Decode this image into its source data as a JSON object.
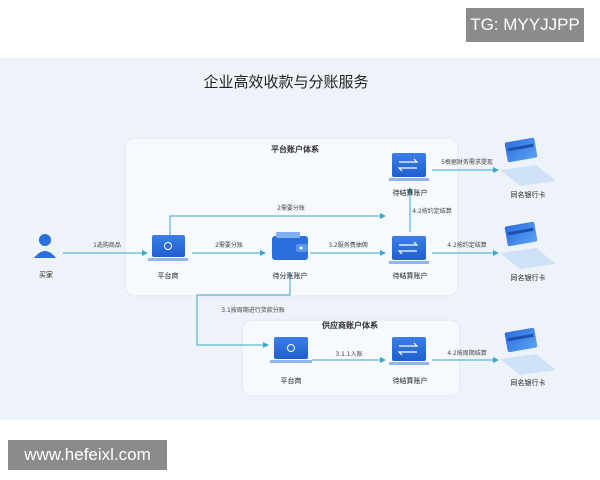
{
  "watermark_top": "TG: MYYJJPP",
  "watermark_bottom": "www.hefeixl.com",
  "diagram": {
    "title": "企业高效收款与分账服务",
    "groups": {
      "platform": "平台账户体系",
      "supplier": "供应商账户体系"
    },
    "nodes": {
      "buyer": "买家",
      "platform_merchant": "平台商",
      "pending_split": "待分账账户",
      "settle_top": "待结算账户",
      "settle_mid": "待结算账户",
      "bank_top": "同名银行卡",
      "bank_mid": "同名银行卡",
      "supplier_merchant": "平台商",
      "settle_bottom": "待结算账户",
      "bank_bottom": "同名银行卡"
    },
    "edges": {
      "buy": "1选购商品",
      "need_split_a": "2需要分账",
      "need_split_b": "2需要分账",
      "service_fee": "3.2服务费抽佣",
      "withdraw": "5根据财务需求提现",
      "fixed_settle_up": "4.2按约定结算",
      "fixed_settle_mid": "4.2按约定结算",
      "cycle_split": "3.1按周期进行货款分账",
      "inbound": "3.1.1入账",
      "cycle_settle": "4.2按周期结算"
    }
  },
  "colors": {
    "accent": "#2a6fdb",
    "arrow": "#3aa8c9",
    "group_bg": "#f6f9fd"
  }
}
